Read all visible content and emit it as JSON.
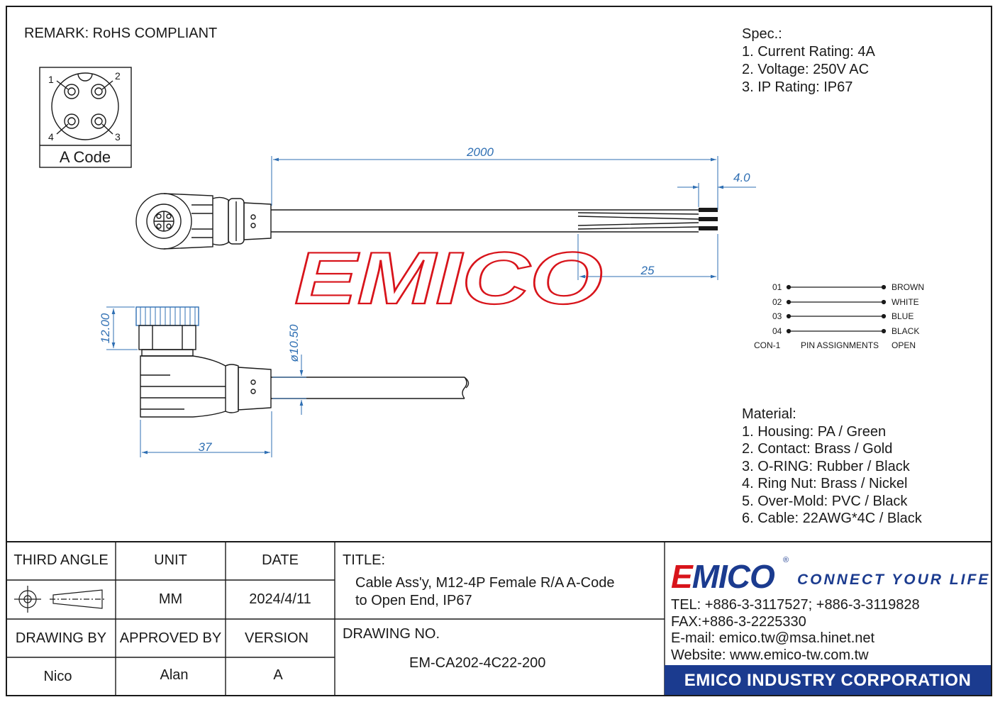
{
  "remark": "REMARK: RoHS COMPLIANT",
  "pin_face": {
    "pins": [
      "1",
      "2",
      "3",
      "4"
    ],
    "code_label": "A Code"
  },
  "spec": {
    "heading": "Spec.:",
    "items": [
      "1. Current Rating: 4A",
      "2. Voltage: 250V AC",
      "3. IP Rating: IP67"
    ]
  },
  "dimensions": {
    "cable_length": "2000",
    "strip_length": "4.0",
    "jacket_strip": "25",
    "nut_height": "12.00",
    "diameter": "ø10.50",
    "body_length": "37"
  },
  "watermark": "EMICO",
  "pin_assignments": {
    "rows": [
      {
        "pin": "01",
        "color": "BROWN"
      },
      {
        "pin": "02",
        "color": "WHITE"
      },
      {
        "pin": "03",
        "color": "BLUE"
      },
      {
        "pin": "04",
        "color": "BLACK"
      }
    ],
    "footer_left": "CON-1",
    "footer_center": "PIN ASSIGNMENTS",
    "footer_right": "OPEN"
  },
  "material": {
    "heading": "Material:",
    "items": [
      "1. Housing: PA / Green",
      "2. Contact: Brass / Gold",
      "3. O-RING: Rubber / Black",
      "4. Ring Nut: Brass / Nickel",
      "5. Over-Mold: PVC / Black",
      "6. Cable: 22AWG*4C / Black"
    ]
  },
  "title_block": {
    "projection_label": "THIRD ANGLE",
    "unit_label": "UNIT",
    "unit_value": "MM",
    "date_label": "DATE",
    "date_value": "2024/4/11",
    "drawing_by_label": "DRAWING BY",
    "drawing_by_value": "Nico",
    "approved_by_label": "APPROVED BY",
    "approved_by_value": "Alan",
    "version_label": "VERSION",
    "version_value": "A",
    "title_label": "TITLE:",
    "title_line1": "Cable Ass'y, M12-4P Female R/A A-Code",
    "title_line2": "to Open End, IP67",
    "drawing_no_label": "DRAWING NO.",
    "drawing_no_value": "EM-CA202-4C22-200"
  },
  "company": {
    "logo_first": "E",
    "logo_rest": "MICO",
    "registered": "®",
    "tagline": "CONNECT YOUR LIFE",
    "tel": "TEL: +886-3-3117527; +886-3-3119828",
    "fax": "FAX:+886-3-2225330",
    "email": "E-mail: emico.tw@msa.hinet.net",
    "website": "Website: www.emico-tw.com.tw",
    "name": "EMICO INDUSTRY CORPORATION"
  },
  "colors": {
    "dimension": "#2f6fb3",
    "brand_blue": "#1b3b8f",
    "brand_red": "#d8141b",
    "watermark_stroke": "#d8141b"
  }
}
